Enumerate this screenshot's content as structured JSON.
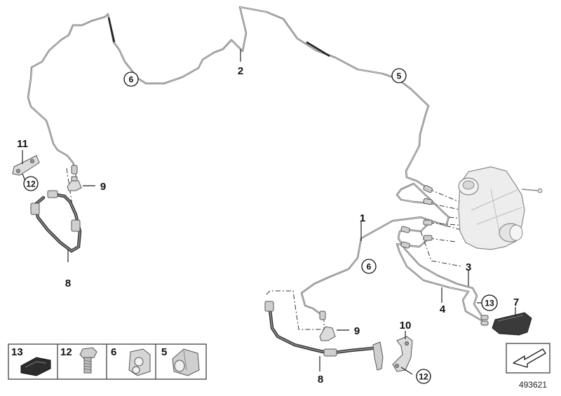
{
  "diagram_id": "493621",
  "callouts": {
    "c1": "1",
    "c2": "2",
    "c3": "3",
    "c4": "4",
    "c5a": "5",
    "c6a": "6",
    "c6b": "6",
    "c7": "7",
    "c8a": "8",
    "c8b": "8",
    "c9a": "9",
    "c9b": "9",
    "c10": "10",
    "c11": "11",
    "c12a": "12",
    "c12b": "12",
    "c13": "13"
  },
  "legend": [
    {
      "number": "13",
      "icon": "rubber-grommet-icon"
    },
    {
      "number": "12",
      "icon": "hex-bolt-icon"
    },
    {
      "number": "6",
      "icon": "pipe-clip-icon"
    },
    {
      "number": "5",
      "icon": "cover-cap-icon"
    }
  ],
  "colors": {
    "line": "#6b6b6b",
    "hose": "#3a3a3a",
    "text": "#111111"
  }
}
